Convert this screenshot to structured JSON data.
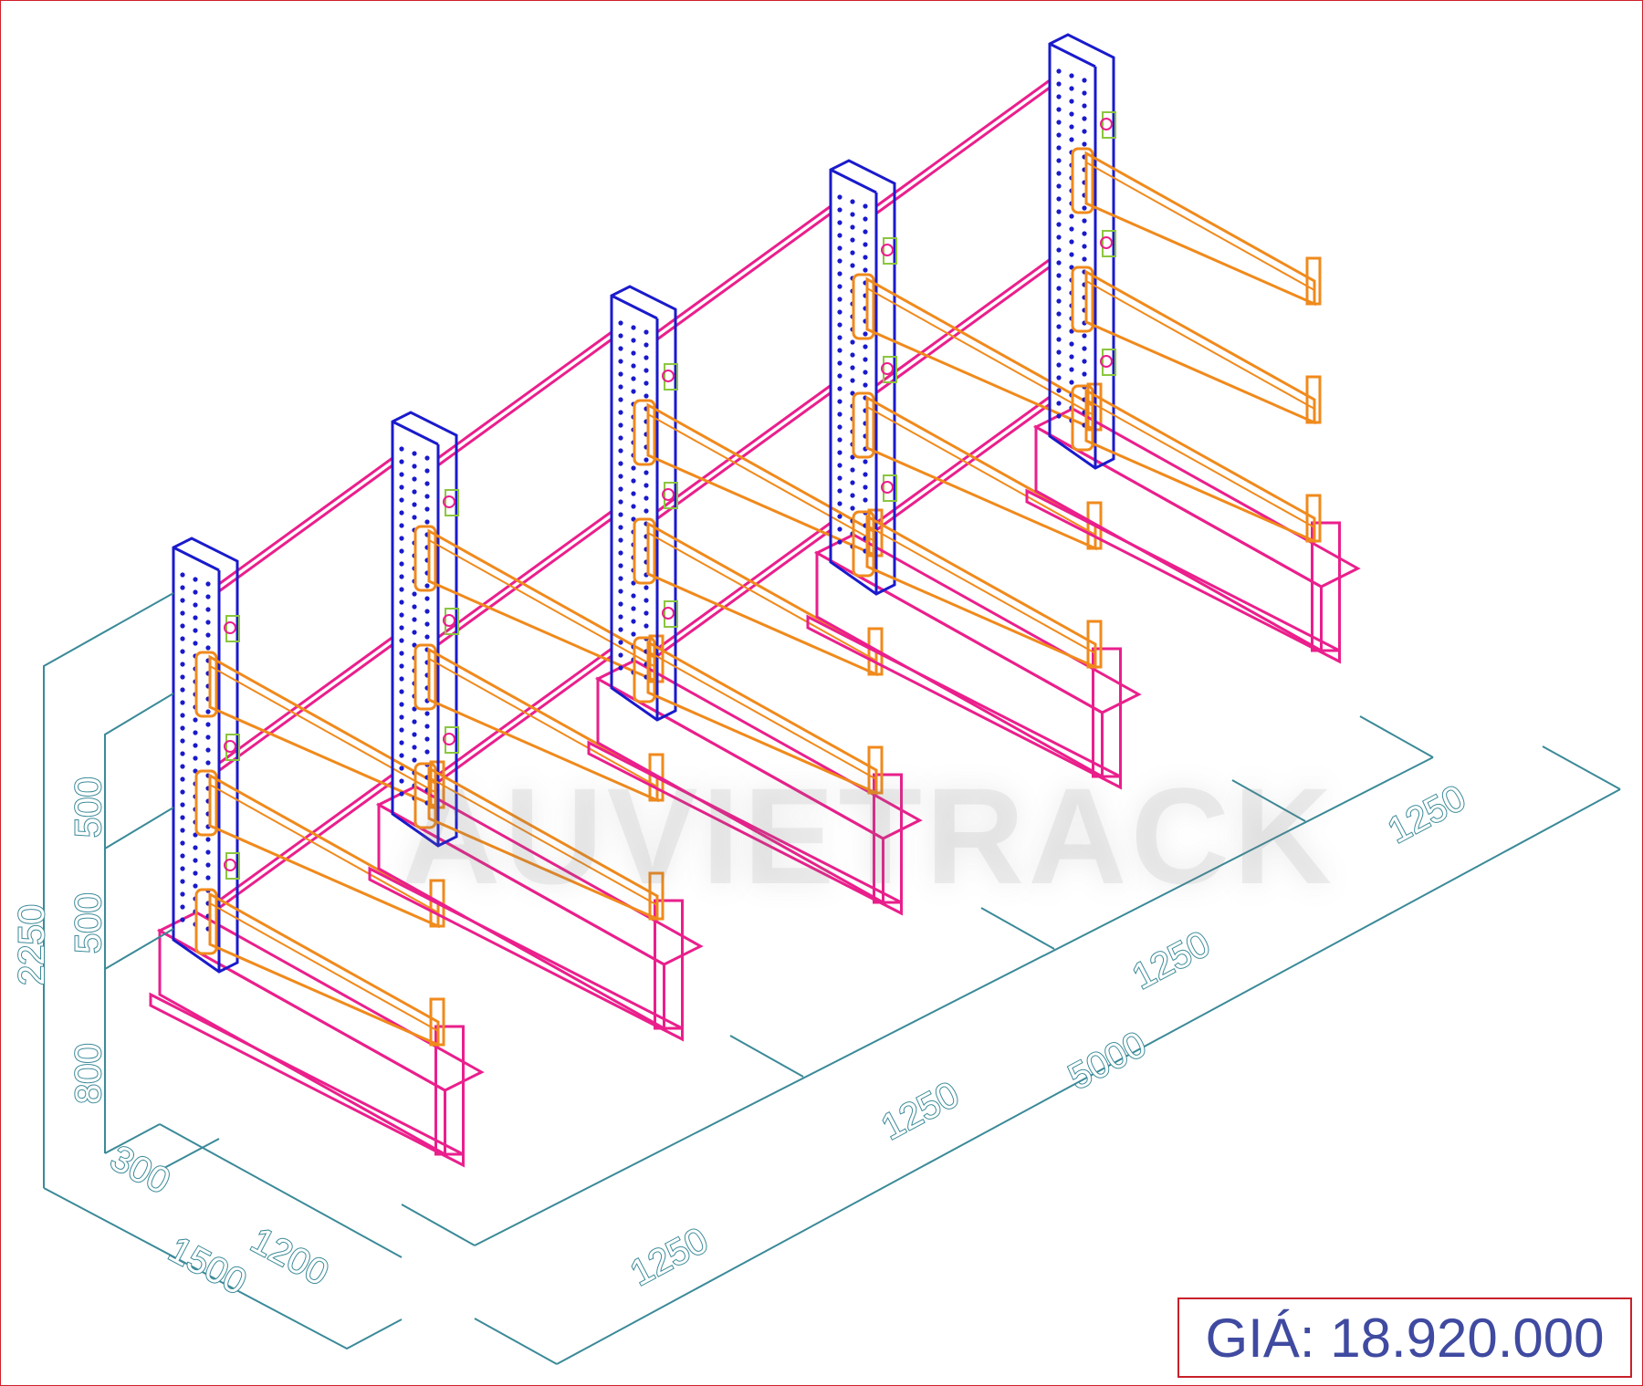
{
  "watermark": "AUVIETRACK",
  "price": {
    "label": "GIÁ:",
    "value": "18.920.000"
  },
  "dimensions": {
    "height_total": "2250",
    "height_levels": [
      "800",
      "500",
      "500"
    ],
    "base_depth": "300",
    "arm_length": "1200",
    "total_depth": "1500",
    "bay_widths": [
      "1250",
      "1250",
      "1250",
      "1250"
    ],
    "total_length": "5000"
  },
  "colors": {
    "upright": "#1a1acc",
    "upright_holes": "#1a1acc",
    "arm": "#f08a1c",
    "base_and_bracing": "#ea1f8c",
    "connector": "#8cc63f",
    "dimension_lines": "#3b8a98",
    "price_text": "#3f4aa0",
    "frame": "#d0202a"
  },
  "structure": {
    "upright_count": 5,
    "arms_per_upright": 3
  }
}
